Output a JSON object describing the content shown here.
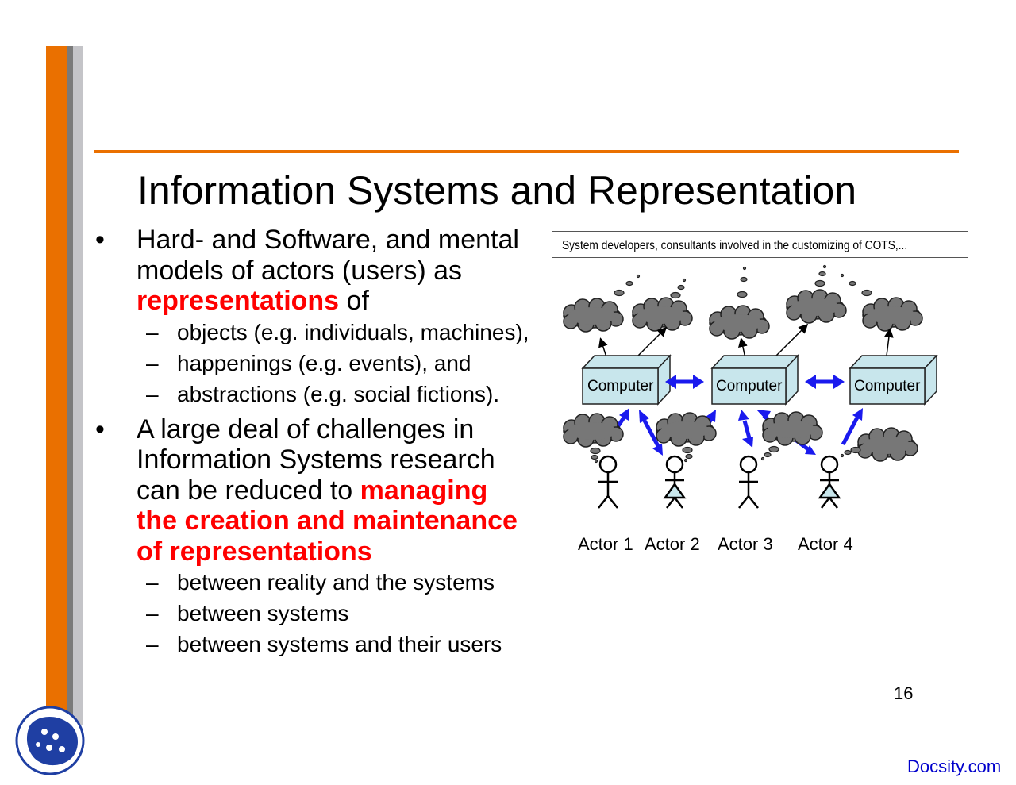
{
  "slide": {
    "title": "Information Systems and Representation",
    "page_number": "16",
    "watermark": "Docsity.com",
    "accent_color": "#ea7000",
    "emphasis_color": "#ff0000"
  },
  "bullets": {
    "b1": {
      "marker": "•",
      "text_lines": [
        "Hard- and Software, and mental",
        "models of actors (users) as"
      ],
      "emphasis": "representations",
      "tail": " of",
      "sub_marker": "–",
      "sub": [
        "objects (e.g. individuals, machines),",
        "happenings (e.g. events), and",
        "abstractions (e.g. social fictions)."
      ]
    },
    "b2": {
      "marker": "•",
      "text_lines": [
        "A large deal of challenges in",
        "Information Systems research"
      ],
      "lead": "can be reduced to ",
      "emphasis_lines": [
        "managing",
        "the creation and maintenance",
        "of representations"
      ],
      "sub_marker": "–",
      "sub": [
        "between reality and the systems",
        "between systems",
        "between systems and their users"
      ]
    }
  },
  "diagram": {
    "caption": "System developers, consultants involved in the customizing of COTS,...",
    "computers": [
      "Computer",
      "Computer",
      "Computer"
    ],
    "actors": [
      "Actor 1",
      "Actor 2",
      "Actor 3",
      "Actor 4"
    ],
    "colors": {
      "box": "#c8e6ec",
      "cloud": "#777777",
      "arrow": "#1a1aee"
    }
  }
}
